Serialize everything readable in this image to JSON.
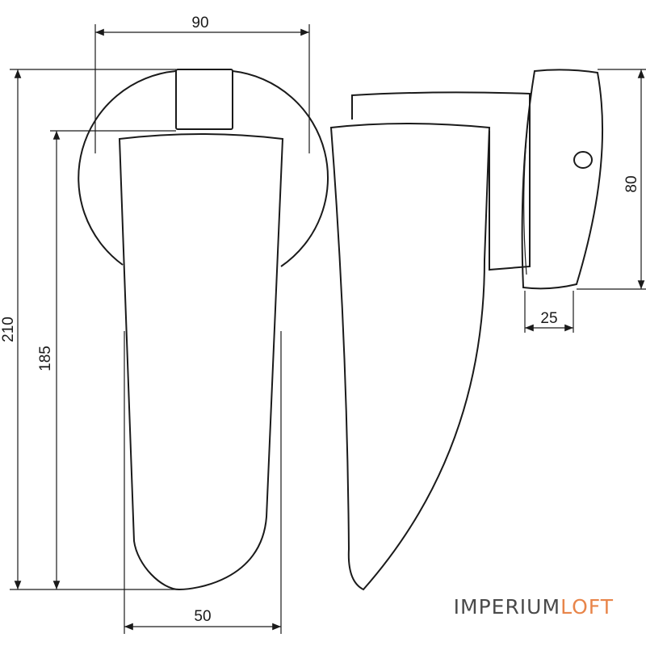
{
  "dimensions": {
    "top_width": "90",
    "total_height": "210",
    "shade_height": "185",
    "shade_width": "50",
    "base_height": "80",
    "base_depth": "25"
  },
  "brand": {
    "main": "IMPERIUM",
    "accent": "LOFT",
    "main_color": "#4a4a4a",
    "accent_color": "#e8854a"
  }
}
